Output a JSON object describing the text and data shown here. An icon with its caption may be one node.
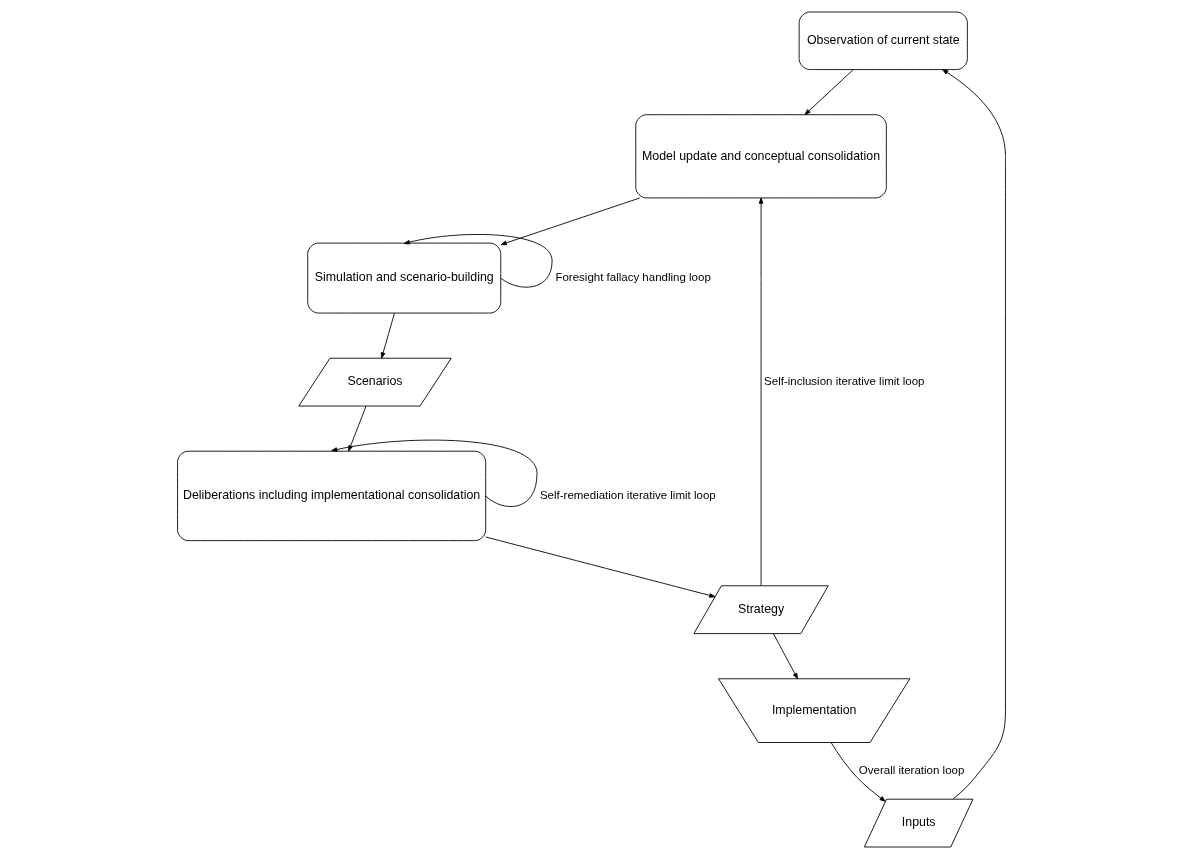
{
  "diagram": {
    "nodes": [
      {
        "text": [
          "Observation of current state"
        ]
      },
      {
        "text": [
          "Inputs"
        ]
      },
      {
        "text": [
          "Model update and conceptual consolidation"
        ]
      },
      {
        "text": [
          "Simulation and scenario-building"
        ]
      },
      {
        "text": [
          "Scenarios"
        ]
      },
      {
        "text": [
          "Deliberations including implementational consolidation"
        ]
      },
      {
        "text": [
          "Strategy"
        ]
      },
      {
        "text": [
          "Implementation"
        ]
      }
    ],
    "edges": [
      {
        "from": 1,
        "to": 0,
        "arrow": "to"
      },
      {
        "from": 0,
        "to": 2,
        "arrow": "to"
      },
      {
        "from": 2,
        "to": 3,
        "arrow": "to"
      },
      {
        "from": 3,
        "to": 3,
        "arrow": "to",
        "label": "Foresight fallacy handling loop"
      },
      {
        "from": 3,
        "to": 4,
        "arrow": "to"
      },
      {
        "from": 4,
        "to": 5,
        "arrow": "to"
      },
      {
        "from": 5,
        "to": 5,
        "arrow": "to",
        "label": "Self-remediation iterative limit loop"
      },
      {
        "from": 5,
        "to": 6,
        "arrow": "to"
      },
      {
        "from": 6,
        "to": 2,
        "arrow": "to",
        "label": "Self-inclusion iterative limit loop"
      },
      {
        "from": 6,
        "to": 7,
        "arrow": "to"
      },
      {
        "from": 7,
        "to": 1,
        "arrow": "to",
        "label": "Overall iteration loop"
      }
    ]
  }
}
